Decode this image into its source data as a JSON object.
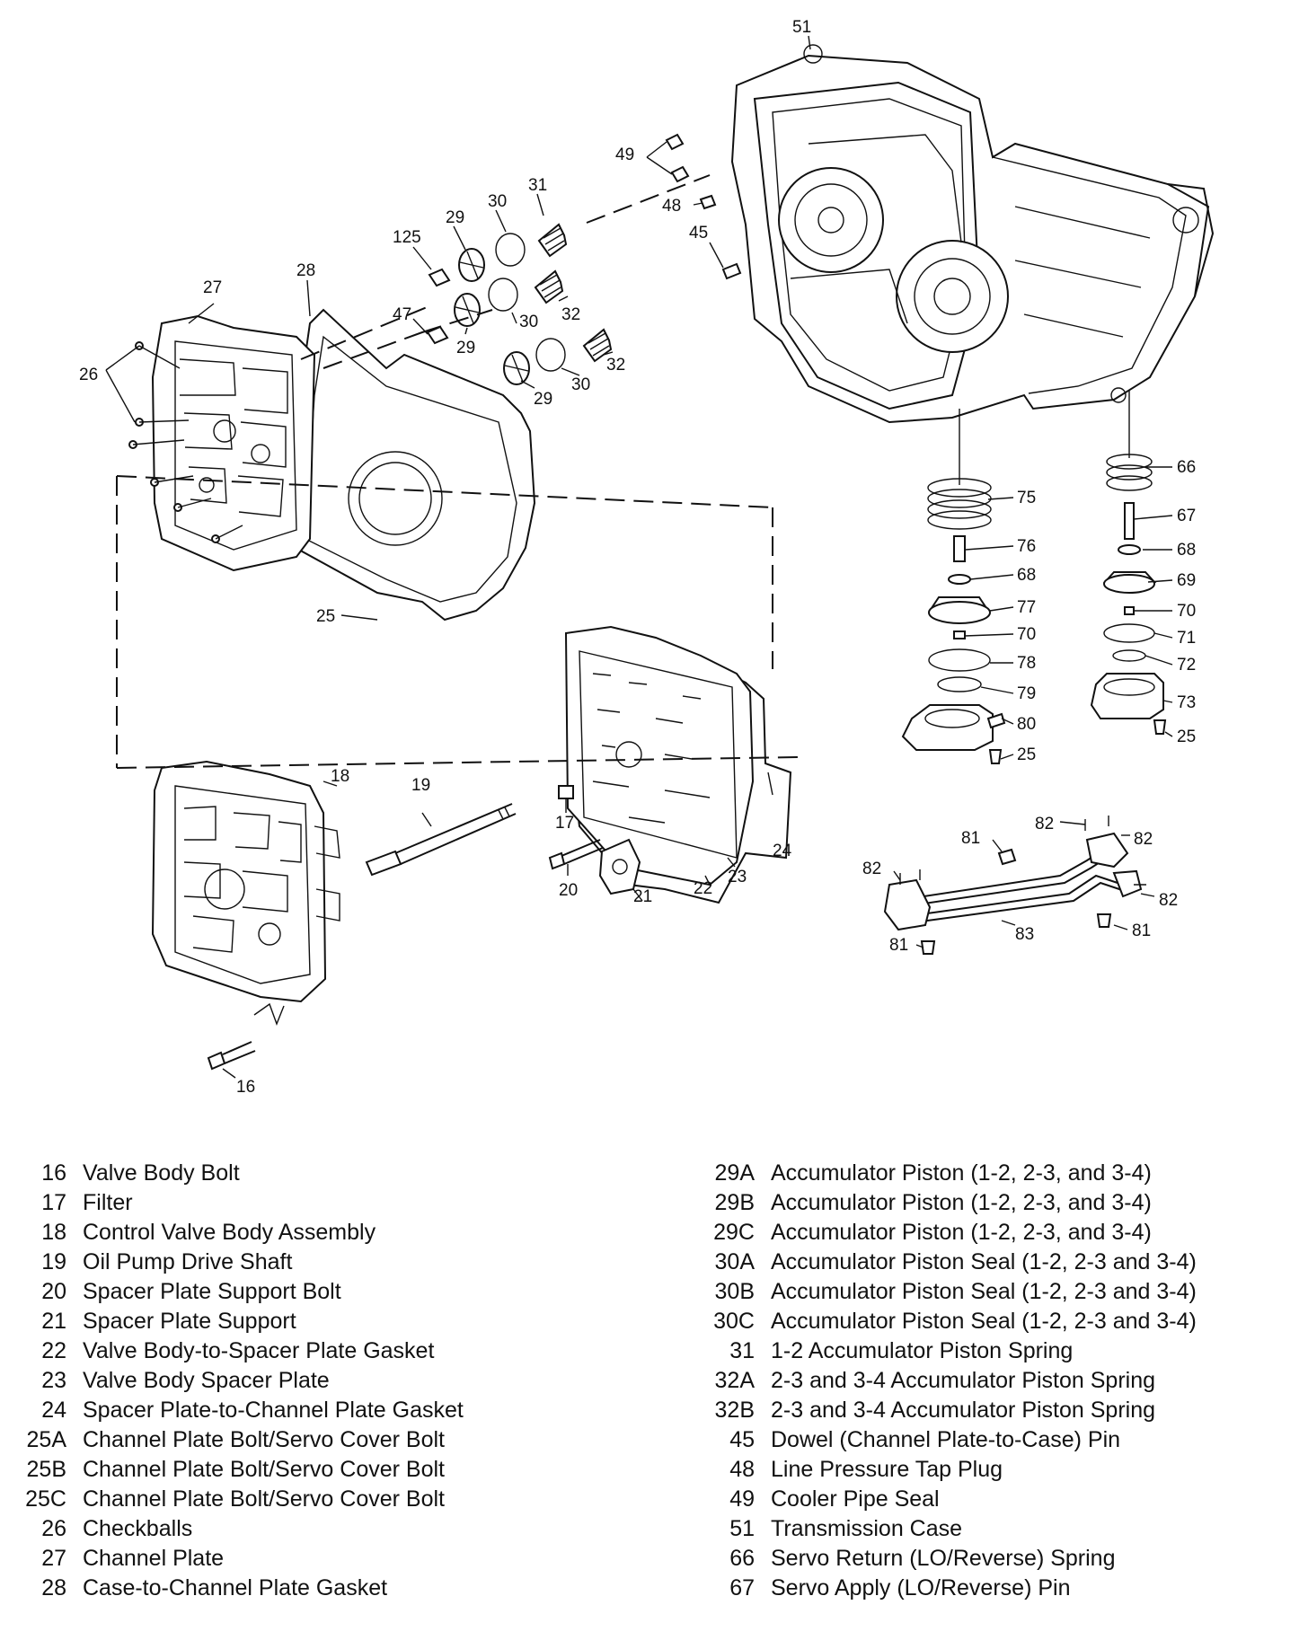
{
  "callouts": [
    "51",
    "49",
    "48",
    "45",
    "31",
    "30",
    "29",
    "125",
    "28",
    "27",
    "47",
    "32",
    "30",
    "29",
    "26",
    "32",
    "30",
    "29",
    "66",
    "75",
    "67",
    "76",
    "68",
    "68",
    "69",
    "77",
    "70",
    "70",
    "71",
    "78",
    "72",
    "79",
    "73",
    "80",
    "25",
    "25",
    "25",
    "18",
    "19",
    "17",
    "24",
    "23",
    "22",
    "21",
    "20",
    "82",
    "82",
    "81",
    "82",
    "82",
    "83",
    "81",
    "81",
    "16"
  ],
  "legend_left": [
    {
      "num": "16",
      "label": "Valve Body Bolt"
    },
    {
      "num": "17",
      "label": "Filter"
    },
    {
      "num": "18",
      "label": "Control Valve Body Assembly"
    },
    {
      "num": "19",
      "label": "Oil Pump Drive Shaft"
    },
    {
      "num": "20",
      "label": "Spacer Plate Support Bolt"
    },
    {
      "num": "21",
      "label": "Spacer Plate Support"
    },
    {
      "num": "22",
      "label": "Valve Body-to-Spacer Plate Gasket"
    },
    {
      "num": "23",
      "label": "Valve Body Spacer Plate"
    },
    {
      "num": "24",
      "label": "Spacer Plate-to-Channel Plate Gasket"
    },
    {
      "num": "25A",
      "label": "Channel Plate Bolt/Servo Cover Bolt"
    },
    {
      "num": "25B",
      "label": "Channel Plate Bolt/Servo Cover Bolt"
    },
    {
      "num": "25C",
      "label": "Channel Plate Bolt/Servo Cover Bolt"
    },
    {
      "num": "26",
      "label": "Checkballs"
    },
    {
      "num": "27",
      "label": "Channel Plate"
    },
    {
      "num": "28",
      "label": "Case-to-Channel Plate Gasket"
    }
  ],
  "legend_right": [
    {
      "num": "29A",
      "label": "Accumulator Piston (1-2, 2-3, and 3-4)"
    },
    {
      "num": "29B",
      "label": "Accumulator Piston (1-2, 2-3, and 3-4)"
    },
    {
      "num": "29C",
      "label": "Accumulator Piston (1-2, 2-3, and 3-4)"
    },
    {
      "num": "30A",
      "label": "Accumulator Piston Seal (1-2, 2-3 and 3-4)"
    },
    {
      "num": "30B",
      "label": "Accumulator Piston Seal (1-2, 2-3 and 3-4)"
    },
    {
      "num": "30C",
      "label": "Accumulator Piston Seal (1-2, 2-3 and 3-4)"
    },
    {
      "num": "31",
      "label": "1-2 Accumulator Piston Spring"
    },
    {
      "num": "32A",
      "label": "2-3 and 3-4 Accumulator Piston Spring"
    },
    {
      "num": "32B",
      "label": "2-3 and 3-4 Accumulator Piston Spring"
    },
    {
      "num": "45",
      "label": "Dowel (Channel Plate-to-Case) Pin"
    },
    {
      "num": "48",
      "label": "Line Pressure Tap Plug"
    },
    {
      "num": "49",
      "label": "Cooler Pipe Seal"
    },
    {
      "num": "51",
      "label": "Transmission Case"
    },
    {
      "num": "66",
      "label": "Servo Return (LO/Reverse) Spring"
    },
    {
      "num": "67",
      "label": "Servo Apply (LO/Reverse) Pin"
    }
  ]
}
